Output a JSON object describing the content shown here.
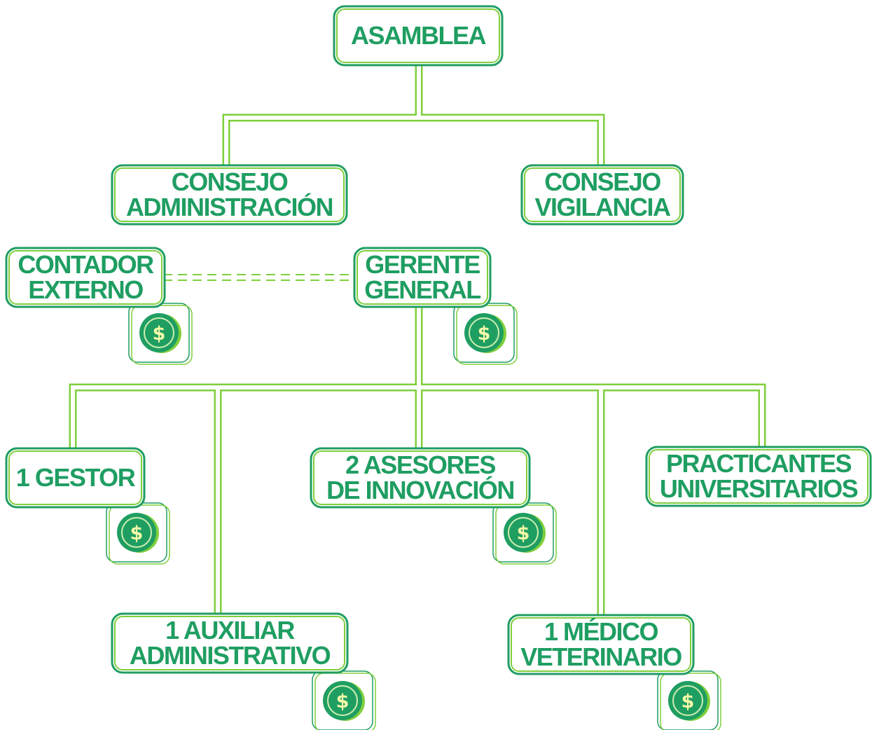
{
  "nodes": {
    "asamblea": [
      "ASAMBLEA"
    ],
    "consejo_admin": [
      "CONSEJO",
      "ADMINISTRACIÓN"
    ],
    "consejo_vig": [
      "CONSEJO",
      "VIGILANCIA"
    ],
    "contador": [
      "CONTADOR",
      "EXTERNO"
    ],
    "gerente": [
      "GERENTE",
      "GENERAL"
    ],
    "gestor": [
      "1 GESTOR"
    ],
    "asesores": [
      "2 ASESORES",
      "DE INNOVACIÓN"
    ],
    "practicantes": [
      "PRACTICANTES",
      "UNIVERSITARIOS"
    ],
    "auxiliar": [
      "1 AUXILIAR",
      "ADMINISTRATIVO"
    ],
    "medico": [
      "1 MÉDICO",
      "VETERINARIO"
    ]
  },
  "coin_symbol": "$",
  "coin_icon": "dollar-coin-icon",
  "colors": {
    "dark_green": "#1f9e62",
    "light_green": "#7fcf3c",
    "coin_symbol": "#f4f8a8"
  }
}
